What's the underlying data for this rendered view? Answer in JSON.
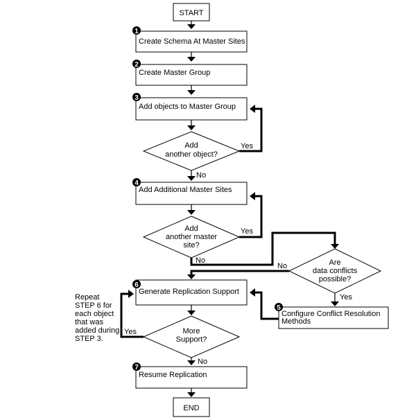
{
  "flowchart": {
    "start": "START",
    "end": "END",
    "steps": [
      {
        "number": "1",
        "label": "Create Schema At Master Sites"
      },
      {
        "number": "2",
        "label": "Create Master Group"
      },
      {
        "number": "3",
        "label": "Add objects to Master Group"
      },
      {
        "number": "4",
        "label": "Add Additional Master Sites"
      },
      {
        "number": "6",
        "label": "Generate Replication Support"
      },
      {
        "number": "7",
        "label": "Resume Replication"
      }
    ],
    "conflict_step": {
      "number": "5",
      "line1": "Configure Conflict Resolution",
      "line2": "Methods"
    },
    "decisions": {
      "add_object": {
        "line1": "Add",
        "line2": "another object?"
      },
      "add_master": {
        "line1": "Add",
        "line2": "another master",
        "line3": "site?"
      },
      "conflicts": {
        "line1": "Are",
        "line2": "data conflicts",
        "line3": "possible?"
      },
      "more_support": {
        "line1": "More",
        "line2": "Support?"
      }
    },
    "branch_labels": {
      "yes": "Yes",
      "no": "No"
    },
    "repeat_note": [
      "Repeat",
      "STEP 6 for",
      "each object",
      "that was",
      "added during",
      "STEP 3."
    ]
  }
}
